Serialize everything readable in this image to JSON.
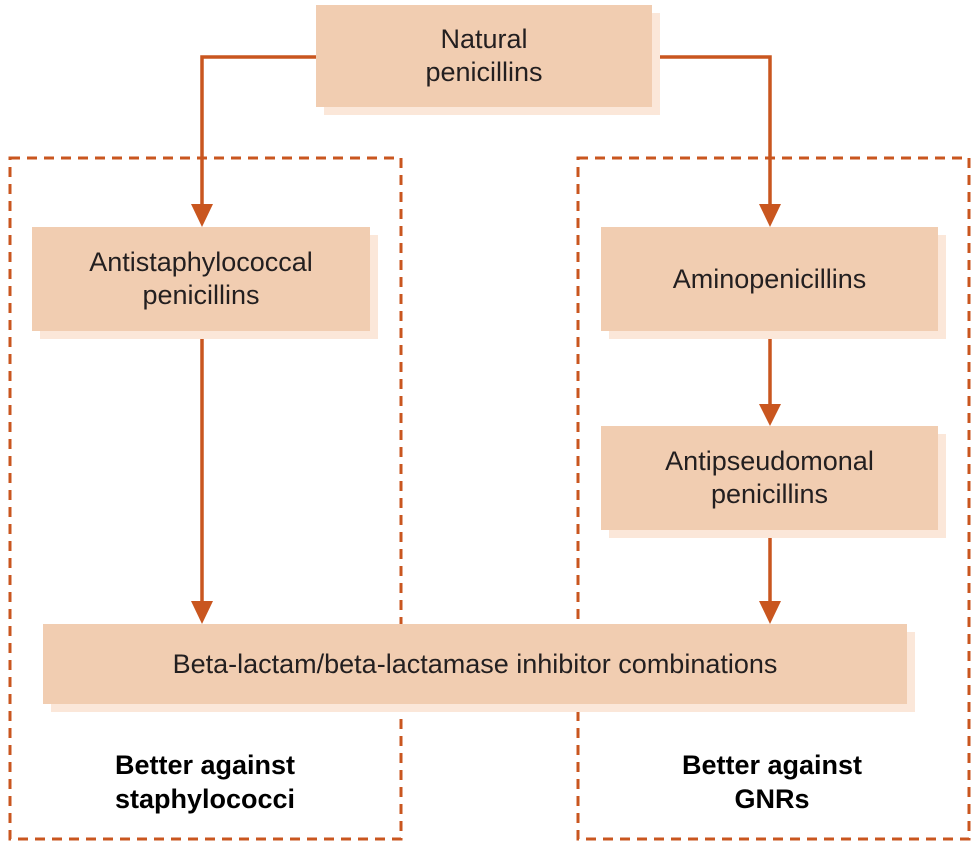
{
  "colors": {
    "node_fill": "#f1cdb1",
    "node_shadow": "#fbe7d9",
    "arrow": "#c9561f",
    "group_border": "#c9561f",
    "node_text": "#231f20",
    "caption_text": "#000000"
  },
  "nodes": {
    "natural": {
      "lines": [
        "Natural",
        "penicillins"
      ]
    },
    "antistaph": {
      "lines": [
        "Antistaphylococcal",
        "penicillins"
      ]
    },
    "amino": {
      "lines": [
        "Aminopenicillins"
      ]
    },
    "antipseudo": {
      "lines": [
        "Antipseudomonal",
        "penicillins"
      ]
    },
    "combo": {
      "lines": [
        "Beta-lactam/beta-lactamase inhibitor combinations"
      ]
    }
  },
  "groups": {
    "left": {
      "caption_lines": [
        "Better against",
        "staphylococci"
      ]
    },
    "right": {
      "caption_lines": [
        "Better against",
        "GNRs"
      ]
    }
  },
  "edges": [
    {
      "from": "natural",
      "to": "antistaph"
    },
    {
      "from": "natural",
      "to": "amino"
    },
    {
      "from": "amino",
      "to": "antipseudo"
    },
    {
      "from": "antistaph",
      "to": "combo"
    },
    {
      "from": "antipseudo",
      "to": "combo"
    }
  ]
}
